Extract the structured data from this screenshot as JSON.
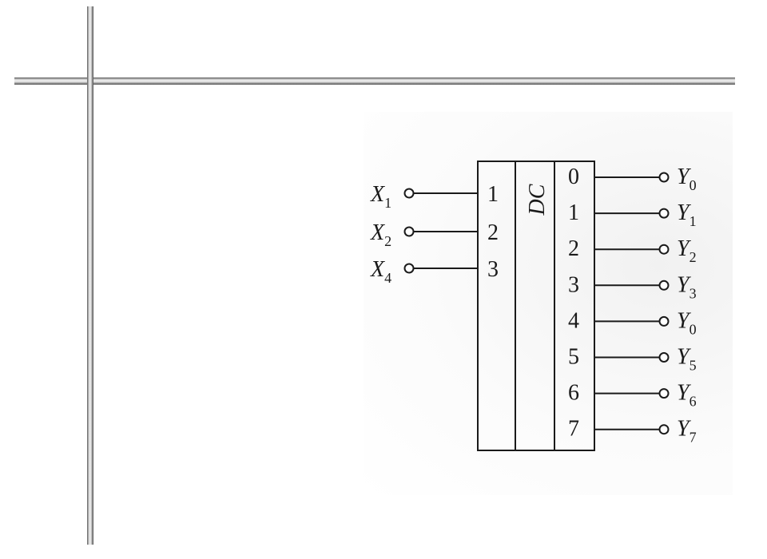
{
  "decoder": {
    "label": "DC",
    "inputs": [
      {
        "signal": "X",
        "sub": "1",
        "pin": "1"
      },
      {
        "signal": "X",
        "sub": "2",
        "pin": "2"
      },
      {
        "signal": "X",
        "sub": "4",
        "pin": "3"
      }
    ],
    "outputs": [
      {
        "pin": "0",
        "signal": "Y",
        "sub": "0"
      },
      {
        "pin": "1",
        "signal": "Y",
        "sub": "1"
      },
      {
        "pin": "2",
        "signal": "Y",
        "sub": "2"
      },
      {
        "pin": "3",
        "signal": "Y",
        "sub": "3"
      },
      {
        "pin": "4",
        "signal": "Y",
        "sub": "0"
      },
      {
        "pin": "5",
        "signal": "Y",
        "sub": "5"
      },
      {
        "pin": "6",
        "signal": "Y",
        "sub": "6"
      },
      {
        "pin": "7",
        "signal": "Y",
        "sub": "7"
      }
    ]
  },
  "colors": {
    "ink": "#1a1a1a",
    "rule_dark": "#4a4a4a",
    "rule_light": "#f4f4f4"
  }
}
